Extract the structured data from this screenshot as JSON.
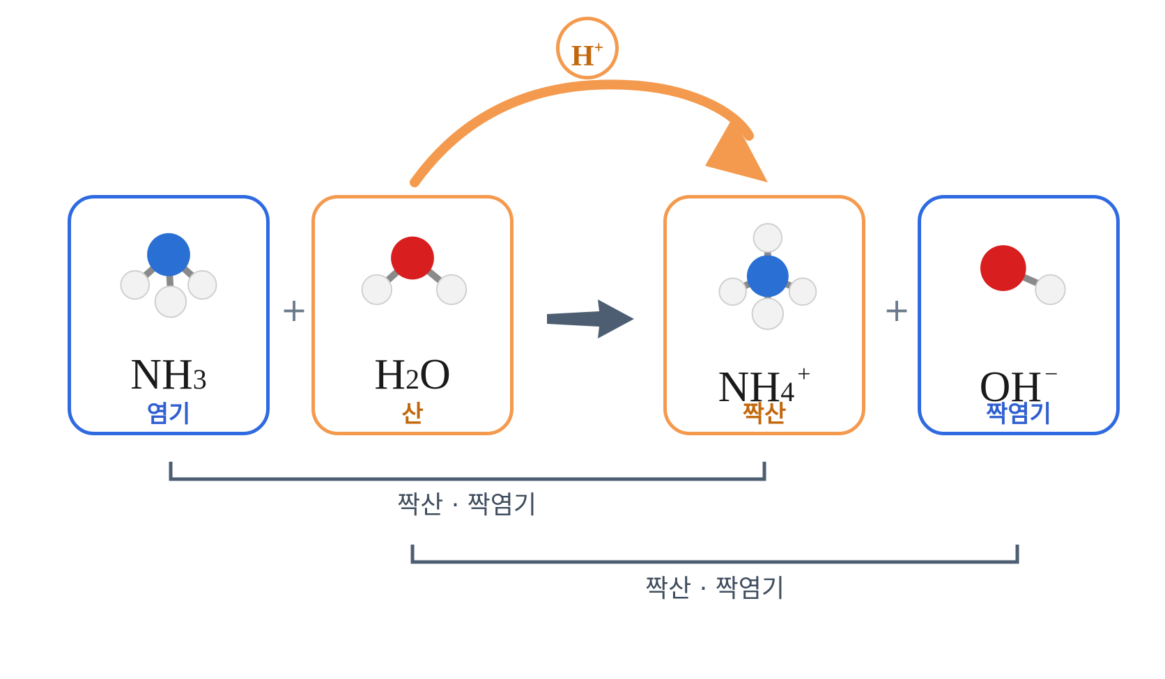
{
  "species": [
    {
      "formula_main": "NH",
      "formula_sub": "3",
      "formula_sup": "",
      "role": "염기",
      "role_type": "base",
      "molecule": "ammonia"
    },
    {
      "formula_main": "H",
      "formula_sub": "2",
      "formula_rest": "O",
      "formula_sup": "",
      "role": "산",
      "role_type": "acid",
      "molecule": "water"
    },
    {
      "formula_main": "NH",
      "formula_sub": "4",
      "formula_sup": "+",
      "role": "짝산",
      "role_type": "acid",
      "molecule": "ammonium"
    },
    {
      "formula_main": "OH",
      "formula_sub": "",
      "formula_sup": "−",
      "role": "짝염기",
      "role_type": "base",
      "molecule": "hydroxide"
    }
  ],
  "operators": {
    "plus_left": "+",
    "plus_right": "+"
  },
  "proton": {
    "main": "H",
    "sup": "+"
  },
  "pairs": [
    {
      "label": "짝산 · 짝염기"
    },
    {
      "label": "짝산 · 짝염기"
    }
  ],
  "colors": {
    "base": "#2f6ae0",
    "acid": "#f49a4e",
    "acid_text": "#c2670c",
    "base_text": "#2f5fd0",
    "arrow": "#4e5e72",
    "nitrogen": "#2a6fd4",
    "oxygen": "#d81e1e",
    "hydrogen": "#f2f2f2",
    "bond": "#8a8a8a"
  }
}
